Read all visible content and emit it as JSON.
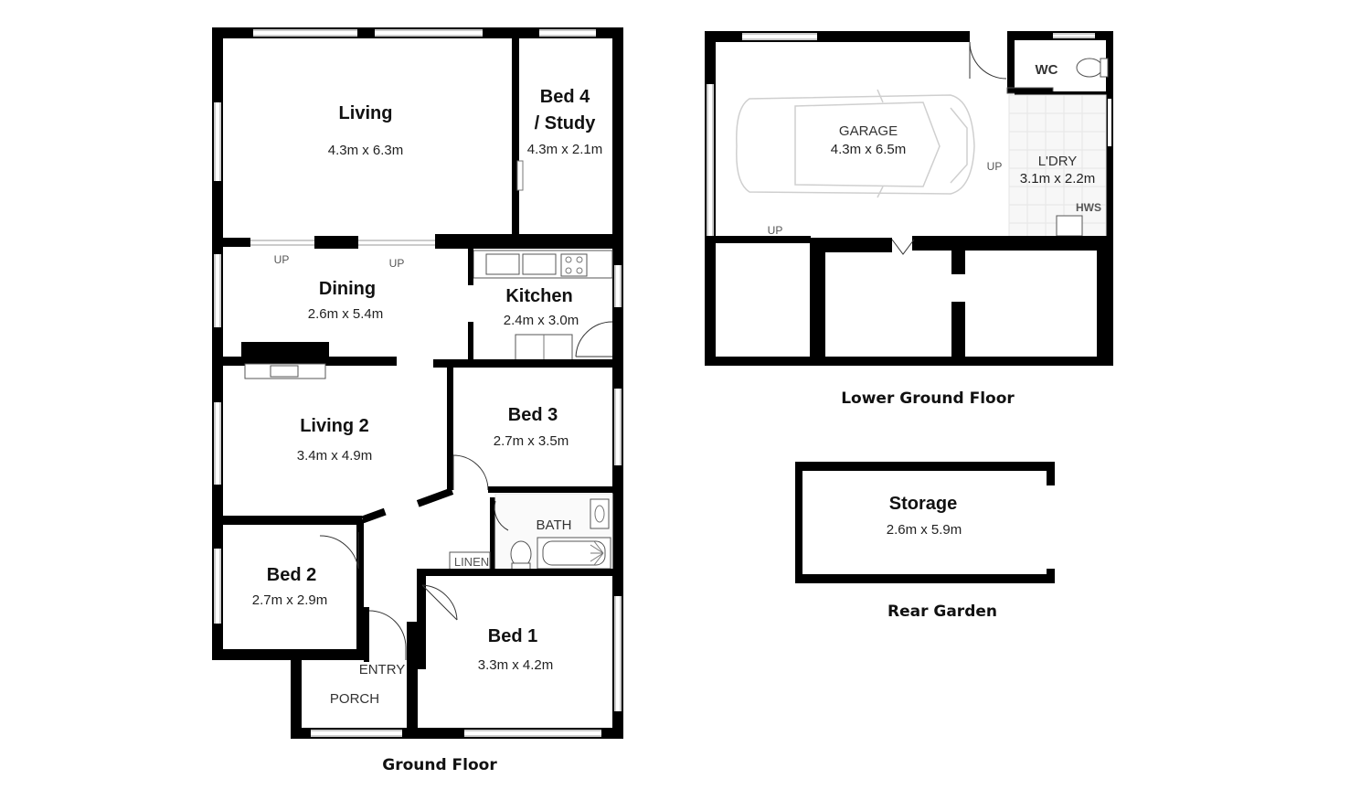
{
  "rooms": {
    "living": {
      "name": "Living",
      "dims": "4.3m x 6.3m"
    },
    "bed4": {
      "name_line1": "Bed 4",
      "name_line2": "/ Study",
      "dims": "4.3m x 2.1m"
    },
    "dining": {
      "name": "Dining",
      "dims": "2.6m x 5.4m"
    },
    "kitchen": {
      "name": "Kitchen",
      "dims": "2.4m x 3.0m"
    },
    "living2": {
      "name": "Living 2",
      "dims": "3.4m x 4.9m"
    },
    "bed3": {
      "name": "Bed 3",
      "dims": "2.7m x 3.5m"
    },
    "bath": {
      "name": "BATH"
    },
    "linen": {
      "name": "LINEN"
    },
    "bed2": {
      "name": "Bed 2",
      "dims": "2.7m x 2.9m"
    },
    "bed1": {
      "name": "Bed 1",
      "dims": "3.3m x 4.2m"
    },
    "entry": {
      "name": "ENTRY"
    },
    "porch": {
      "name": "PORCH"
    },
    "garage": {
      "name": "GARAGE",
      "dims": "4.3m x 6.5m"
    },
    "wc": {
      "name": "WC"
    },
    "laundry": {
      "name": "L'DRY",
      "dims": "3.1m x 2.2m"
    },
    "hws": {
      "name": "HWS"
    },
    "storage": {
      "name": "Storage",
      "dims": "2.6m x 5.9m"
    }
  },
  "markers": {
    "up": "UP"
  },
  "floors": {
    "ground": "Ground Floor",
    "lower": "Lower Ground Floor",
    "garden": "Rear Garden"
  }
}
